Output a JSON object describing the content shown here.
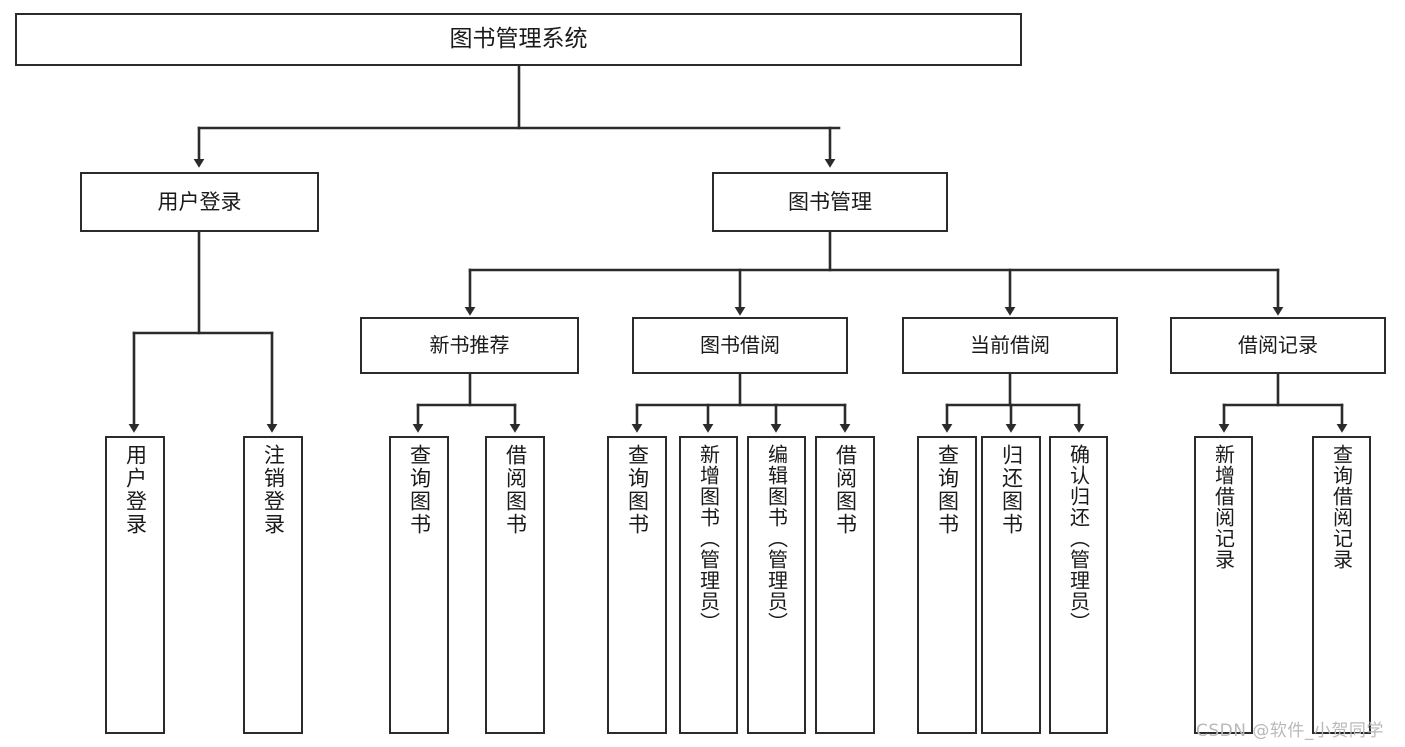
{
  "diagram": {
    "type": "tree",
    "title": "图书管理系统",
    "orientation": "top-down",
    "colors": {
      "box_border": "#2b2b2b",
      "box_fill": "#ffffff",
      "edge": "#2b2b2b",
      "text": "#1a1a1a",
      "watermark": "#b9b9b9",
      "background": "#ffffff"
    }
  },
  "root": {
    "label": "图书管理系统"
  },
  "level1": [
    {
      "label": "用户登录"
    },
    {
      "label": "图书管理"
    }
  ],
  "level2": [
    {
      "label": "新书推荐"
    },
    {
      "label": "图书借阅"
    },
    {
      "label": "当前借阅"
    },
    {
      "label": "借阅记录"
    }
  ],
  "leaves": {
    "user_login": [
      {
        "label": "用户登录"
      },
      {
        "label": "注销登录"
      }
    ],
    "new_book_recommend": [
      {
        "label": "查询图书"
      },
      {
        "label": "借阅图书"
      }
    ],
    "book_borrow": [
      {
        "label": "查询图书"
      },
      {
        "label": "新增图书（管理员）"
      },
      {
        "label": "编辑图书（管理员）"
      },
      {
        "label": "借阅图书"
      }
    ],
    "current_borrow": [
      {
        "label": "查询图书"
      },
      {
        "label": "归还图书"
      },
      {
        "label": "确认归还（管理员）"
      }
    ],
    "borrow_record": [
      {
        "label": "新增借阅记录"
      },
      {
        "label": "查询借阅记录"
      }
    ]
  },
  "watermark": {
    "text": "CSDN @软件_小贺同学"
  }
}
